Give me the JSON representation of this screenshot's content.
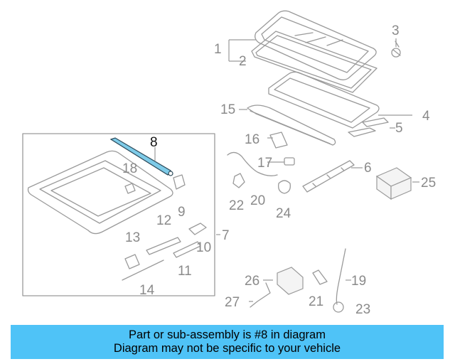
{
  "callouts": {
    "c1": "1",
    "c2": "2",
    "c3": "3",
    "c4": "4",
    "c5": "5",
    "c6": "6",
    "c7": "7",
    "c8": "8",
    "c9": "9",
    "c10": "10",
    "c11": "11",
    "c12": "12",
    "c13": "13",
    "c14": "14",
    "c15": "15",
    "c16": "16",
    "c17": "17",
    "c18": "18",
    "c19": "19",
    "c20": "20",
    "c21": "21",
    "c22": "22",
    "c23": "23",
    "c24": "24",
    "c25": "25",
    "c26": "26",
    "c27": "27"
  },
  "highlight_color": "#7ecbe8",
  "banner": {
    "line1": "Part or sub-assembly is #8 in diagram",
    "line2": "Diagram may not be specific to your vehicle",
    "color": "#4fc3f7"
  }
}
